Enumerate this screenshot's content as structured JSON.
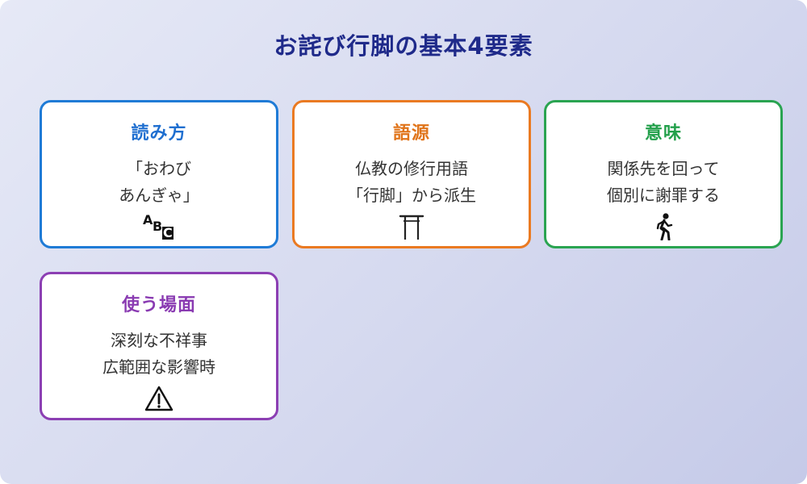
{
  "title": "お詫び行脚の基本4要素",
  "colors": {
    "blue": "#1f7bd6",
    "orange": "#ea7a22",
    "green": "#2aa451",
    "purple": "#8c3fb3",
    "title": "#1f2a8a"
  },
  "cards": [
    {
      "heading": "読み方",
      "lines": [
        "「おわび",
        "あんぎゃ」"
      ],
      "icon": "abc-icon",
      "icon_text": [
        "A",
        "B",
        "C"
      ]
    },
    {
      "heading": "語源",
      "lines": [
        "仏教の修行用語",
        "「行脚」から派生"
      ],
      "icon": "torii-gate-icon"
    },
    {
      "heading": "意味",
      "lines": [
        "関係先を回って",
        "個別に謝罪する"
      ],
      "icon": "walking-person-icon"
    },
    {
      "heading": "使う場面",
      "lines": [
        "深刻な不祥事",
        "広範囲な影響時"
      ],
      "icon": "warning-icon"
    }
  ]
}
